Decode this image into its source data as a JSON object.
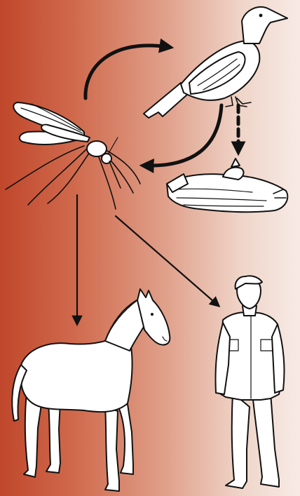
{
  "diagram": {
    "background_gradient": [
      "#c0472b",
      "#d06a4d",
      "#e0a08a",
      "#efd4c8",
      "#f7ebe6"
    ],
    "line_color": "#111111",
    "fill_color": "#ffffff",
    "nodes": [
      {
        "id": "mosquito",
        "icon": "mosquito-icon"
      },
      {
        "id": "crow",
        "icon": "crow-icon"
      },
      {
        "id": "dead-bird",
        "icon": "dead-bird-icon"
      },
      {
        "id": "horse",
        "icon": "horse-icon"
      },
      {
        "id": "human",
        "icon": "human-icon"
      }
    ],
    "edges": [
      {
        "from": "mosquito",
        "to": "crow",
        "style": "bold-curved"
      },
      {
        "from": "crow",
        "to": "mosquito",
        "style": "bold-curved"
      },
      {
        "from": "crow",
        "to": "dead-bird",
        "style": "dashed"
      },
      {
        "from": "mosquito",
        "to": "horse",
        "style": "thin"
      },
      {
        "from": "mosquito",
        "to": "human",
        "style": "thin"
      }
    ]
  }
}
